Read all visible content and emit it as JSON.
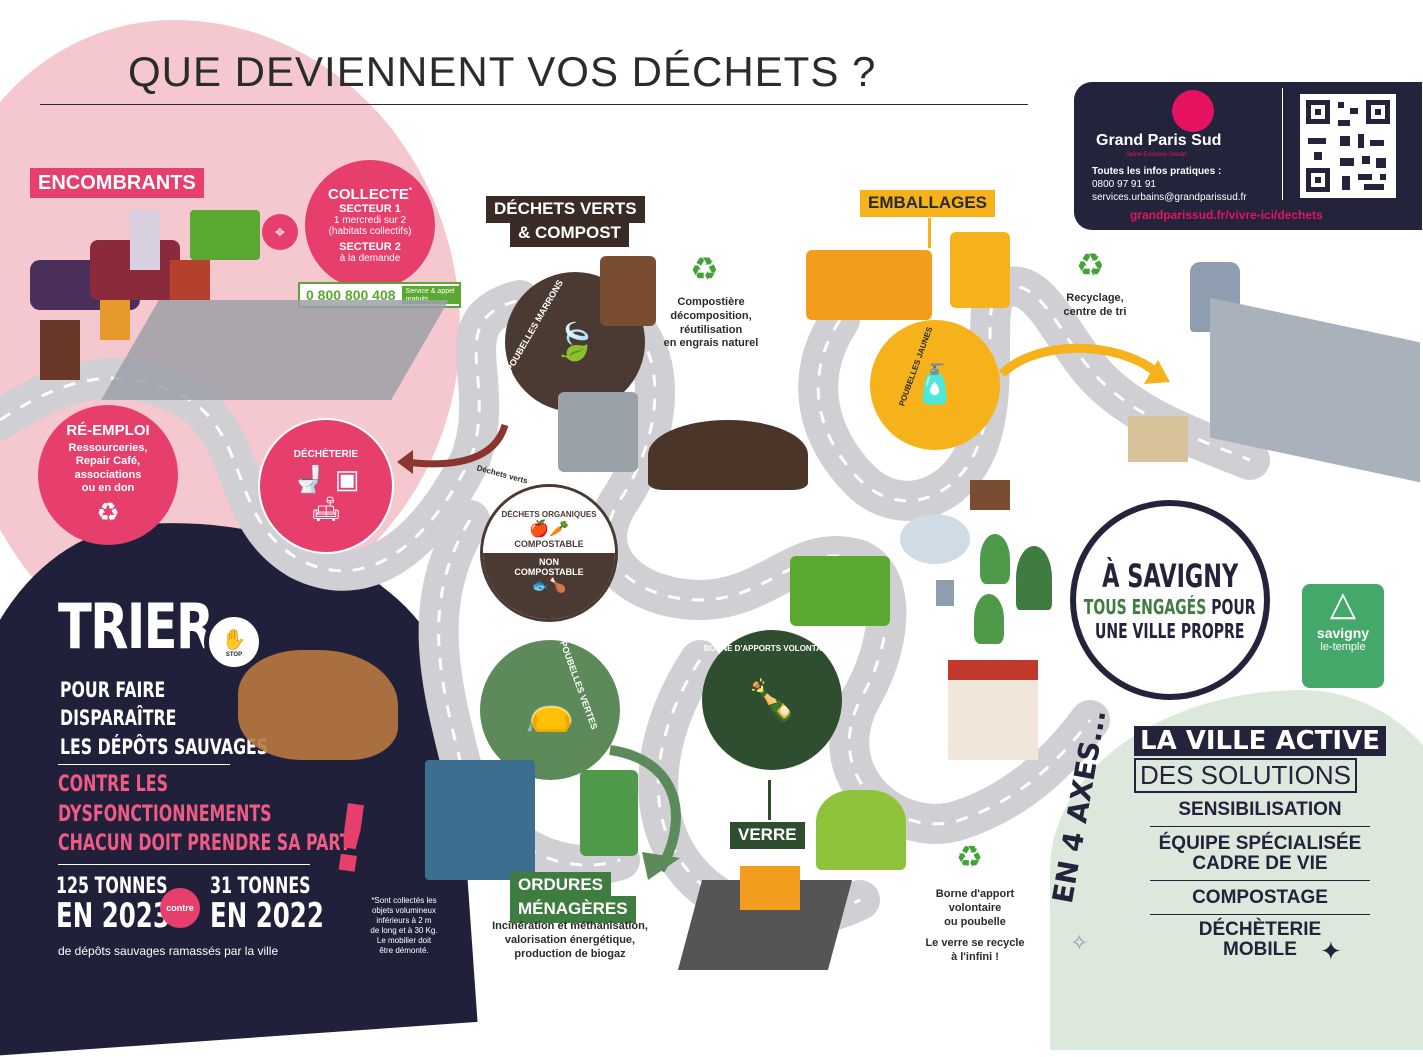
{
  "title": "QUE DEVIENNENT VOS DÉCHETS ?",
  "colors": {
    "pink": "#e73f6c",
    "dark": "#23233c",
    "brown": "#3b2b25",
    "yellow": "#f5b21a",
    "green": "#3f7c40",
    "road": "#cfcfd4"
  },
  "info": {
    "brand": "Grand Paris Sud",
    "brand_sub": "Seine-Essonne-Sénart",
    "label": "Toutes les infos pratiques :",
    "phone": "0800 97 91 91",
    "email": "services.urbains@grandparissud.fr",
    "url": "grandparissud.fr/vivre-ici/dechets",
    "qr_icon": "qr-code-icon"
  },
  "encombrants": {
    "tag": "ENCOMBRANTS",
    "collecte": {
      "title": "COLLECTE",
      "asterisk": "*",
      "secteur1_title": "SECTEUR 1",
      "secteur1_text_1": "1 mercredi sur 2",
      "secteur1_text_2": "(habitats collectifs)",
      "secteur2_title": "SECTEUR 2",
      "secteur2_text": "à la demande"
    },
    "phone": "0 800 800 408",
    "phone_note_1": "Service & appel",
    "phone_note_2": "gratuits"
  },
  "reemploi": {
    "title": "RÉ-EMPLOI",
    "lines": [
      "Ressourceries,",
      "Repair Café,",
      "associations",
      "ou en don"
    ]
  },
  "decheterie": {
    "label": "DÉCHÈTERIE"
  },
  "dechets_verts": {
    "tag1": "DÉCHETS VERTS",
    "tag2": "& COMPOST",
    "circle_label": "POUBELLES MARRONS",
    "compost_note": [
      "Compostière",
      "décomposition,",
      "réutilisation",
      "en engrais naturel"
    ],
    "arrow_label": "Déchets verts"
  },
  "organiques": {
    "top_label": "DÉCHETS ORGANIQUES",
    "compostable": "COMPOSTABLE",
    "non_1": "NON",
    "non_2": "COMPOSTABLE"
  },
  "emballages": {
    "tag": "EMBALLAGES",
    "circle_label": "POUBELLES JAUNES",
    "note": [
      "Recyclage,",
      "centre de tri"
    ]
  },
  "ordures": {
    "circle_label": "POUBELLES VERTES",
    "tag1": "ORDURES",
    "tag2": "MÉNAGÈRES",
    "note": [
      "Incinération et méthanisation,",
      "valorisation énergétique,",
      "production de biogaz"
    ]
  },
  "verre": {
    "circle_label": "BORNE D'APPORTS VOLONTAIRES",
    "tag": "VERRE",
    "note": [
      "Borne d'apport",
      "volontaire",
      "ou poubelle"
    ],
    "note2": [
      "Le verre se recycle",
      "à l'infini !"
    ]
  },
  "trier": {
    "big": "TRIER",
    "stop": "STOP",
    "lines": [
      "POUR FAIRE",
      "DISPARAÎTRE",
      "LES DÉPÔTS SAUVAGES"
    ],
    "pink_lines": [
      "CONTRE LES",
      "DYSFONCTIONNEMENTS",
      "CHACUN DOIT PRENDRE SA PART"
    ],
    "t1_top": "125 TONNES",
    "t1_bottom": "EN 2023",
    "contre": "contre",
    "t2_top": "31 TONNES",
    "t2_bottom": "EN 2022",
    "caption": "de dépôts sauvages ramassés par la ville",
    "footnote": [
      "*Sont collectés les",
      "objets volumineux",
      "inférieurs à 2 m",
      "de long et à 30 Kg.",
      "Le mobilier doit",
      "être démonté."
    ]
  },
  "savigny": {
    "line1": "À SAVIGNY",
    "line2a": "TOUS ENGAGÉS",
    "line2b": "POUR",
    "line3": "UNE VILLE PROPRE",
    "logo_1": "savigny",
    "logo_2": "le-temple",
    "axes": "EN 4 AXES...",
    "ville_1": "LA VILLE ACTIVE",
    "ville_2": "DES SOLUTIONS",
    "items": [
      [
        "SENSIBILISATION"
      ],
      [
        "ÉQUIPE SPÉCIALISÉE",
        "CADRE DE VIE"
      ],
      [
        "COMPOSTAGE"
      ],
      [
        "DÉCHÈTERIE",
        "MOBILE"
      ]
    ]
  }
}
